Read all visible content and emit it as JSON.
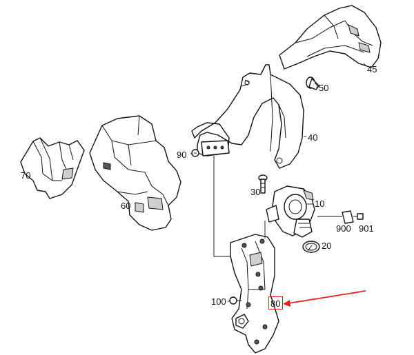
{
  "callouts": {
    "p45": "45",
    "p50": "50",
    "p40": "40",
    "p90": "90",
    "p70": "70",
    "p60": "60",
    "p30": "30",
    "p10": "10",
    "p900": "900",
    "p901": "901",
    "p20": "20",
    "p100": "100",
    "p80": "80"
  },
  "highlight": {
    "part": "80",
    "color": "#e02020"
  }
}
